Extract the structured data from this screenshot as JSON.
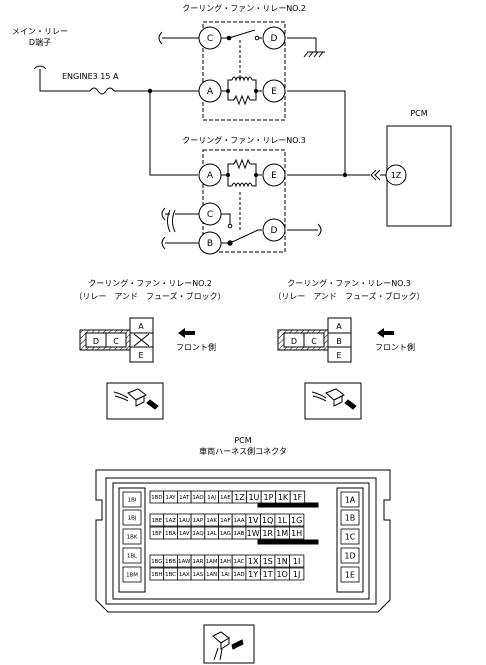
{
  "labels": {
    "relay2_title": "クーリング・ファン・リレーNO.2",
    "relay3_title": "クーリング・ファン・リレーNO.3",
    "main_relay_l1": "メイン・リレー",
    "main_relay_l2": "D端子",
    "fuse": "ENGINE3 15 A",
    "pcm_box": "PCM",
    "pcm_pin": "1Z",
    "relay2_name": "クーリング・ファン・リレーNO.2",
    "relay3_name": "クーリング・ファン・リレーNO.3",
    "block_l": "（リレー　アンド　フューズ・ブロック）",
    "block_r": "（リレー　アンド　フューズ・ブロック）",
    "front_l": "フロント側",
    "front_r": "フロント側",
    "pcm_conn_title": "PCM",
    "pcm_conn_sub": "車両ハーネス側コネクタ"
  },
  "relay_terminals": {
    "r2": {
      "C": "C",
      "D": "D",
      "A": "A",
      "E": "E"
    },
    "r3": {
      "A": "A",
      "E": "E",
      "C": "C",
      "B": "B",
      "D": "D"
    }
  },
  "relay_connectors": {
    "left": {
      "D": "D",
      "C": "C",
      "A": "A",
      "E": "E"
    },
    "right": {
      "D": "D",
      "C": "C",
      "A": "A",
      "B": "B",
      "E": "E"
    }
  },
  "pcm_connector": {
    "left_col": [
      "1BI",
      "1BJ",
      "1BK",
      "1BL",
      "1BM"
    ],
    "right_col": [
      "1A",
      "1B",
      "1C",
      "1D",
      "1E"
    ],
    "rows": [
      [
        "1BD",
        "1AY",
        "1AT",
        "1AO",
        "1AJ",
        "1AE",
        "1Z",
        "1U",
        "1P",
        "1K",
        "1F"
      ],
      [
        "1BE",
        "1AZ",
        "1AU",
        "1AP",
        "1AK",
        "1AF",
        "1AA",
        "1V",
        "1Q",
        "1L",
        "1G"
      ],
      [
        "1BF",
        "1BA",
        "1AV",
        "1AQ",
        "1AL",
        "1AG",
        "1AB",
        "1W",
        "1R",
        "1M",
        "1H"
      ],
      [
        "1BG",
        "1BB",
        "1AW",
        "1AR",
        "1AM",
        "1AH",
        "1AC",
        "1X",
        "1S",
        "1N",
        "1I"
      ],
      [
        "1BH",
        "1BC",
        "1AX",
        "1AS",
        "1AN",
        "1AI",
        "1AD",
        "1Y",
        "1T",
        "1O",
        "1J"
      ]
    ]
  }
}
